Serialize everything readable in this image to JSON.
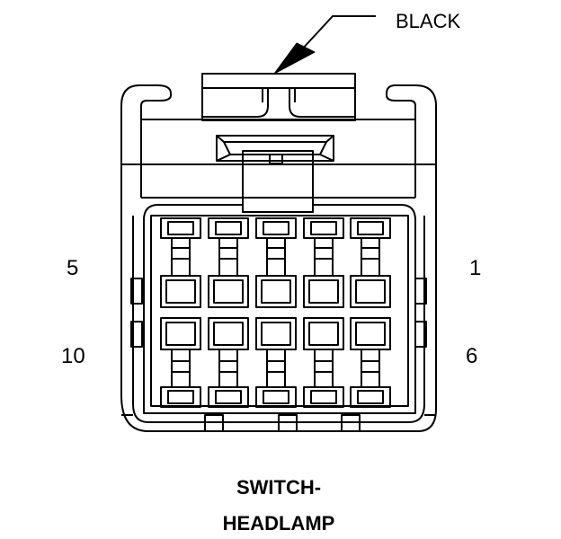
{
  "callout": {
    "text": "BLACK"
  },
  "pin_labels": {
    "top_left": "5",
    "top_right": "1",
    "bottom_left": "10",
    "bottom_right": "6"
  },
  "title": {
    "line1": "SWITCH-",
    "line2": "HEADLAMP"
  },
  "colors": {
    "stroke": "#000000",
    "background": "#ffffff"
  }
}
